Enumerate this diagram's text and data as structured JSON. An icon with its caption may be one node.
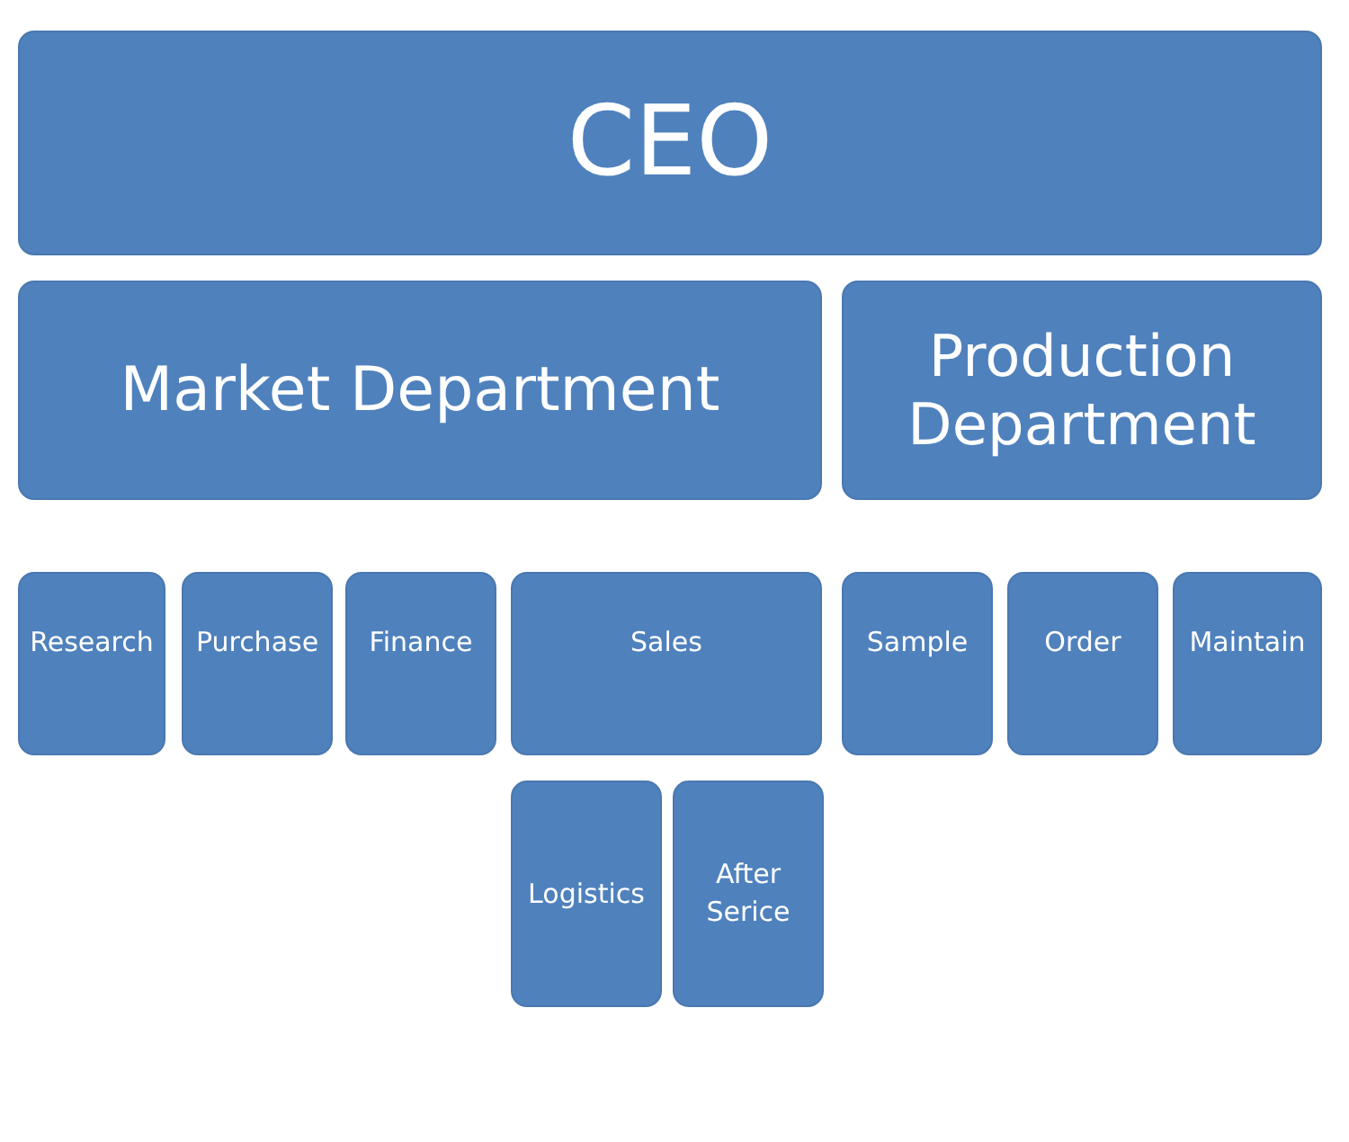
{
  "diagram": {
    "nodes": [
      {
        "text": [
          "CEO"
        ]
      },
      {
        "text": [
          "Market Department"
        ]
      },
      {
        "text": [
          "Production Department"
        ]
      },
      {
        "text": [
          "Research"
        ]
      },
      {
        "text": [
          "Purchase"
        ]
      },
      {
        "text": [
          "Finance"
        ]
      },
      {
        "text": [
          "Sales"
        ]
      },
      {
        "text": [
          "Sample"
        ]
      },
      {
        "text": [
          "Order"
        ]
      },
      {
        "text": [
          "Maintain"
        ]
      },
      {
        "text": [
          "Logistics"
        ]
      },
      {
        "text": [
          "After Serice"
        ]
      }
    ]
  }
}
